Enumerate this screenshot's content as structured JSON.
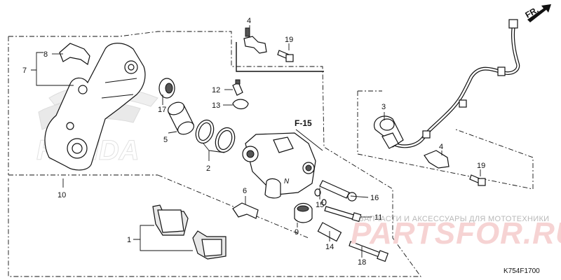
{
  "diagram": {
    "section_ref": "F-15",
    "direction_label": "FR.",
    "figure_code": "K754F1700",
    "watermark_top": "ЗАПЧАСТИ И АКСЕССУАРЫ ДЛЯ МОТОТЕХНИКИ",
    "watermark_logo": "PARTSFOR.RU",
    "honda_text": "HONDA"
  },
  "callouts": {
    "c1": "1",
    "c2": "2",
    "c3": "3",
    "c4": "4",
    "c5": "5",
    "c6": "6",
    "c7": "7",
    "c8": "8",
    "c9": "9",
    "c10": "10",
    "c11": "11",
    "c12": "12",
    "c13": "13",
    "c14": "14",
    "c15": "15",
    "c16": "16",
    "c17": "17",
    "c18": "18",
    "c19a": "19",
    "c19b": "19"
  }
}
